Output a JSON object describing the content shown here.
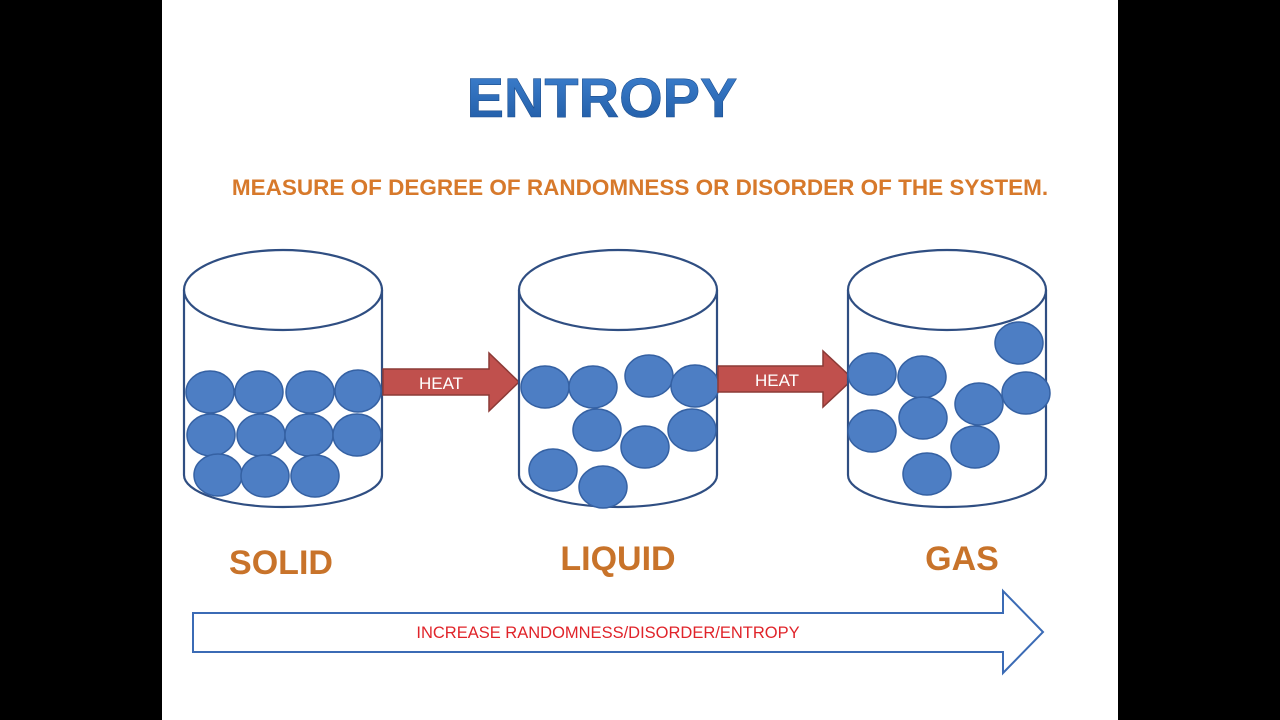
{
  "title": "ENTROPY",
  "subtitle": "MEASURE OF DEGREE OF RANDOMNESS OR DISORDER OF THE SYSTEM.",
  "containers": [
    {
      "label": "SOLID"
    },
    {
      "label": "LIQUID"
    },
    {
      "label": "GAS"
    }
  ],
  "heat_arrows": [
    "HEAT",
    "HEAT"
  ],
  "bottom_arrow_label": "INCREASE RANDOMNESS/DISORDER/ENTROPY",
  "colors": {
    "title": "#2a6bb8",
    "subtitle": "#d7792b",
    "phase_label": "#c8732a",
    "particle": "#4d7ec4",
    "particle_stroke": "#3561a3",
    "container_stroke": "#2f4e82",
    "heat_arrow": "#c0504d",
    "heat_arrow_stroke": "#8c3a36",
    "bottom_arrow_stroke": "#3b6bb5",
    "bottom_text": "#e0242a"
  }
}
